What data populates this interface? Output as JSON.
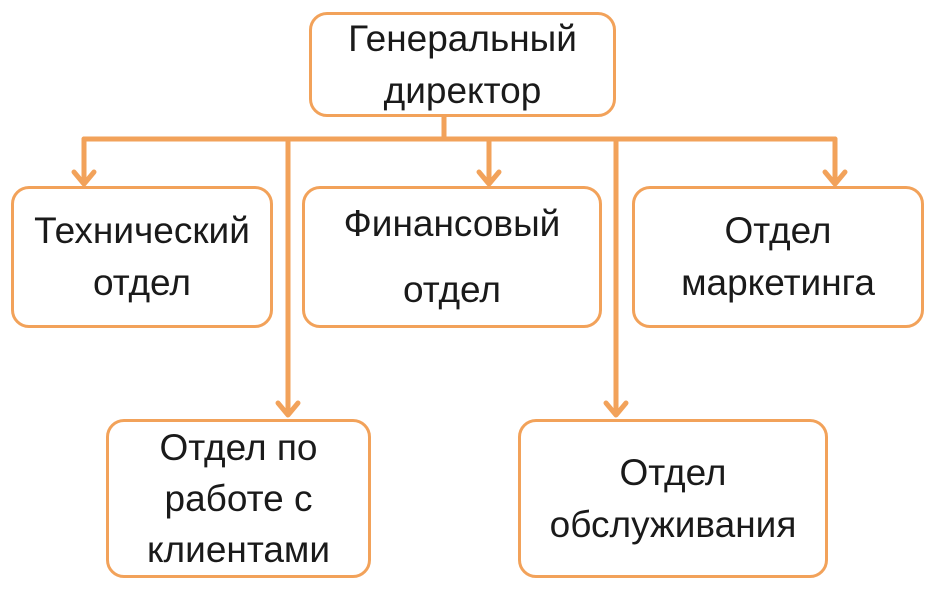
{
  "colors": {
    "connector": "#f2a25a",
    "node_border": "#f2a25a",
    "text": "#1a1a1a"
  },
  "nodes": {
    "director": {
      "lines": [
        "Генеральный",
        "директор"
      ]
    },
    "technical": {
      "lines": [
        "Технический",
        "отдел"
      ]
    },
    "finance": {
      "lines": [
        "Финансовый",
        "отдел"
      ]
    },
    "marketing": {
      "lines": [
        "Отдел",
        "маркетинга"
      ]
    },
    "clients": {
      "lines": [
        "Отдел по",
        "работе с",
        "клиентами"
      ]
    },
    "service": {
      "lines": [
        "Отдел",
        "обслуживания"
      ]
    }
  }
}
